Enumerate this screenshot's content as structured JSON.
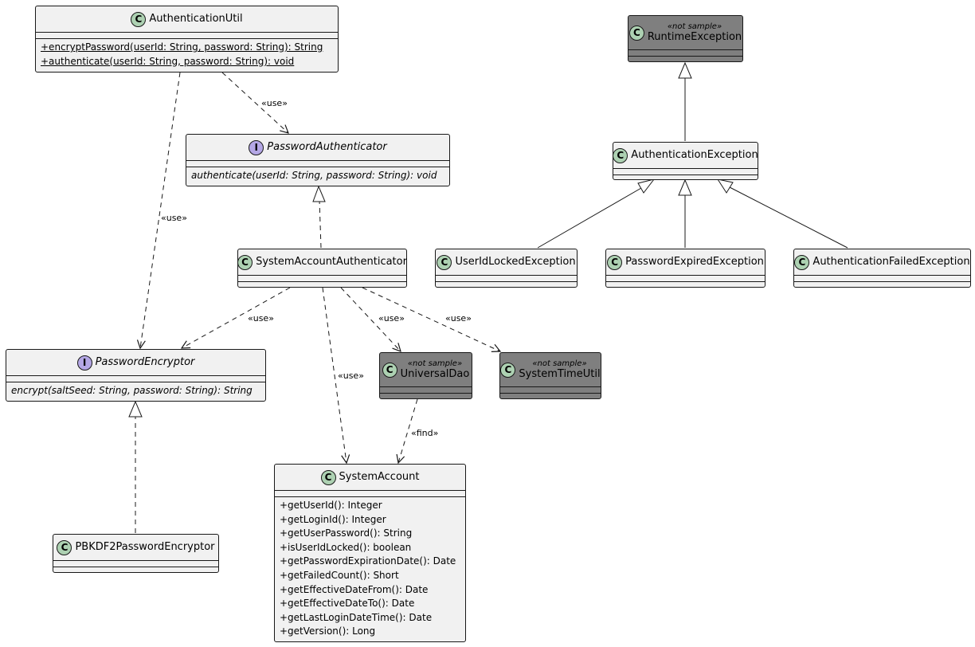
{
  "classes": {
    "authentication_util": {
      "kind": "class",
      "name": "AuthenticationUtil",
      "methods": [
        "+encryptPassword(userId: String, password: String): String",
        "+authenticate(userId: String, password: String): void"
      ]
    },
    "password_authenticator": {
      "kind": "interface",
      "name": "PasswordAuthenticator",
      "methods": [
        "authenticate(userId: String, password: String): void"
      ]
    },
    "system_account_authenticator": {
      "kind": "class",
      "name": "SystemAccountAuthenticator"
    },
    "password_encryptor": {
      "kind": "interface",
      "name": "PasswordEncryptor",
      "methods": [
        "encrypt(saltSeed: String, password: String): String"
      ]
    },
    "pbkdf2_password_encryptor": {
      "kind": "class",
      "name": "PBKDF2PasswordEncryptor"
    },
    "universal_dao": {
      "kind": "class",
      "name": "UniversalDao",
      "stereotype": "«not sample»"
    },
    "system_time_util": {
      "kind": "class",
      "name": "SystemTimeUtil",
      "stereotype": "«not sample»"
    },
    "system_account": {
      "kind": "class",
      "name": "SystemAccount",
      "methods": [
        "+getUserId(): Integer",
        "+getLoginId(): Integer",
        "+getUserPassword(): String",
        "+isUserIdLocked(): boolean",
        "+getPasswordExpirationDate(): Date",
        "+getFailedCount(): Short",
        "+getEffectiveDateFrom(): Date",
        "+getEffectiveDateTo(): Date",
        "+getLastLoginDateTime(): Date",
        "+getVersion(): Long"
      ]
    },
    "runtime_exception": {
      "kind": "class",
      "name": "RuntimeException",
      "stereotype": "«not sample»"
    },
    "authentication_exception": {
      "kind": "class",
      "name": "AuthenticationException"
    },
    "user_id_locked_exception": {
      "kind": "class",
      "name": "UserIdLockedException"
    },
    "password_expired_exception": {
      "kind": "class",
      "name": "PasswordExpiredException"
    },
    "authentication_failed_exception": {
      "kind": "class",
      "name": "AuthenticationFailedException"
    }
  },
  "relations": {
    "use": "«use»",
    "find": "«find»"
  },
  "colors": {
    "class_fill": "#f1f1f1",
    "external_fill": "#7f7f7f",
    "class_badge": "#add1b2",
    "interface_badge": "#b4a7e5",
    "line": "#181818"
  }
}
